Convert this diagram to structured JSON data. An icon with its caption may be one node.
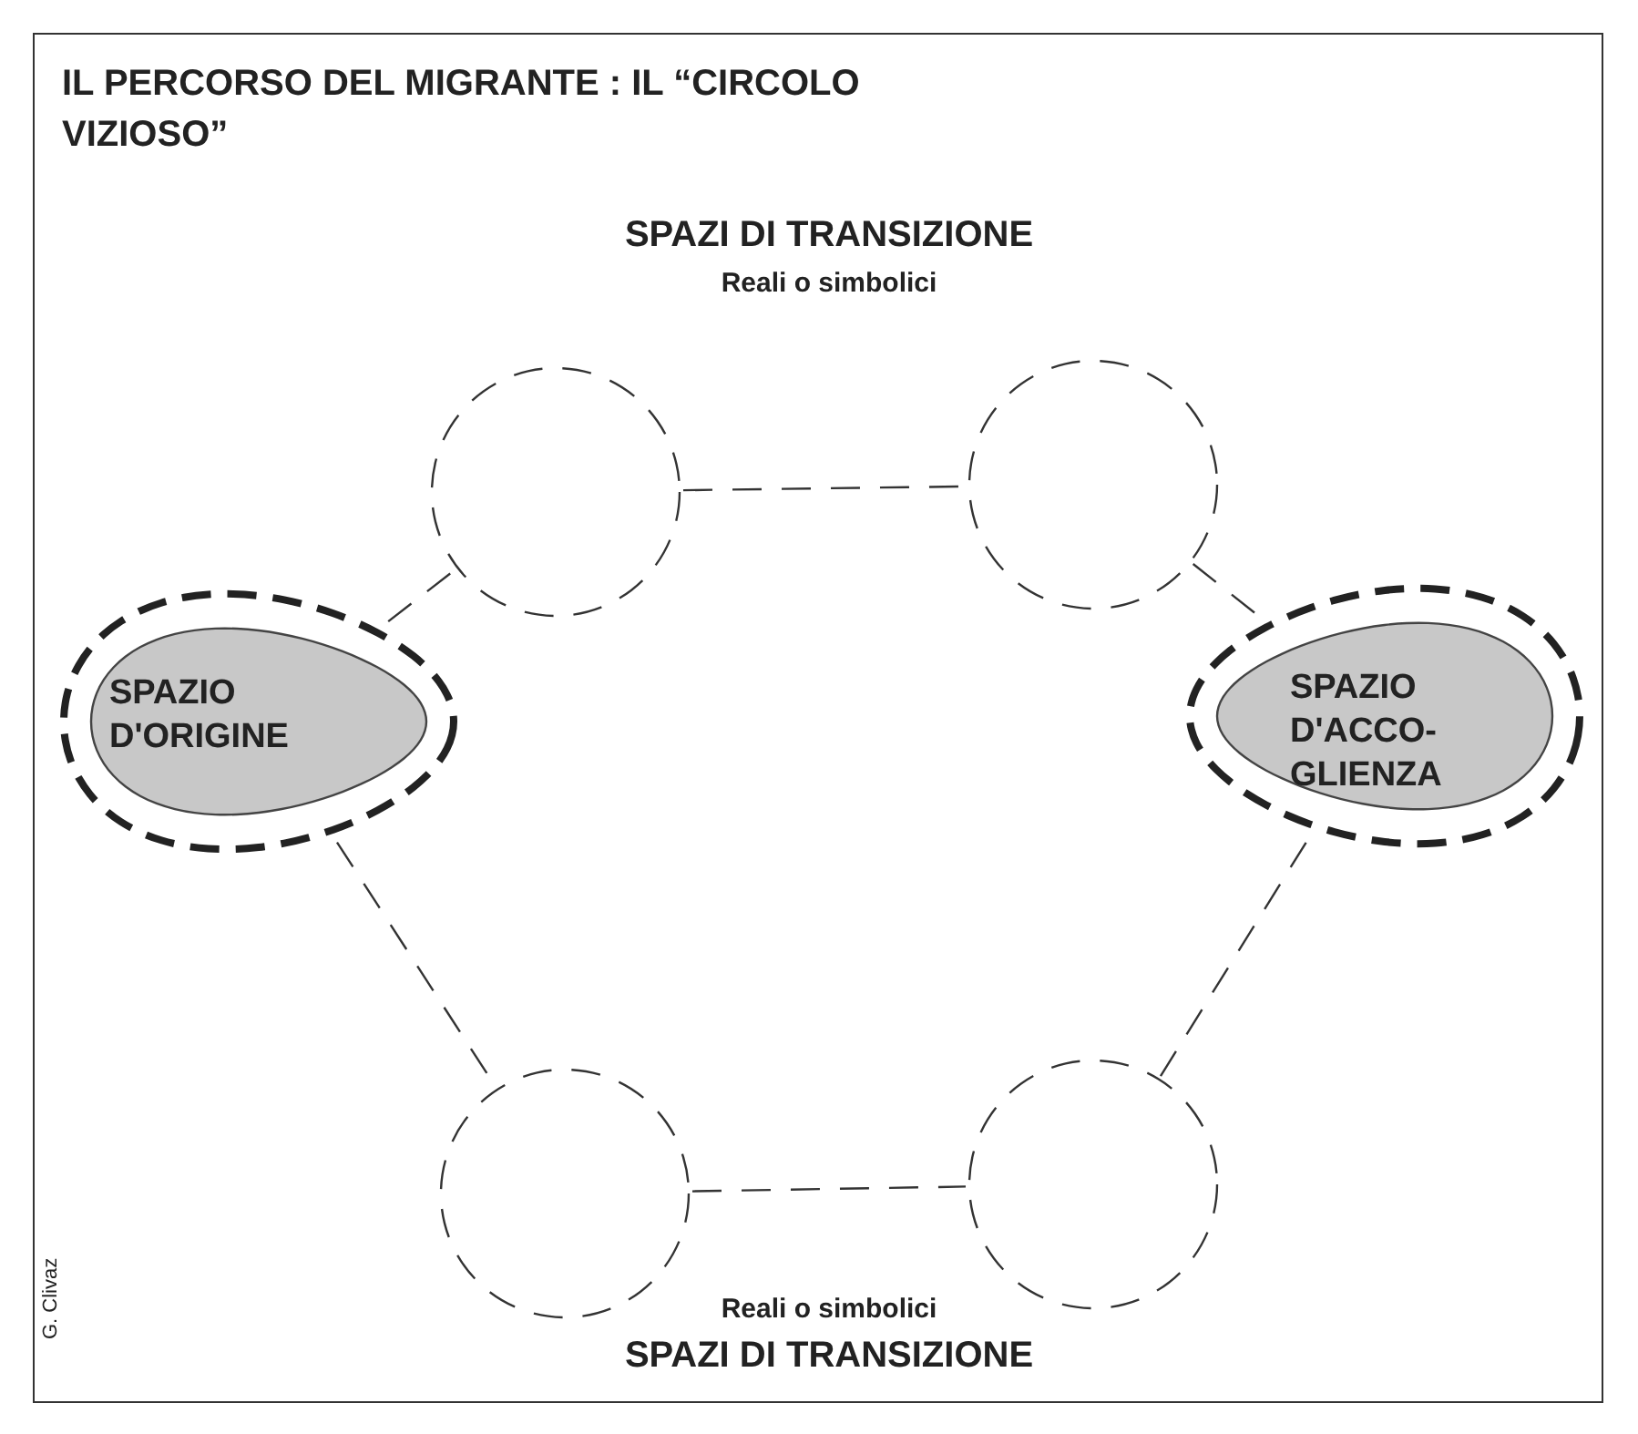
{
  "diagram": {
    "title": "IL PERCORSO DEL MIGRANTE : IL “CIRCOLO VIZIOSO”",
    "nodes": [
      {
        "text": [
          "SPAZIO D'ORIGINE"
        ]
      },
      {
        "text": [
          "SPAZIO D'ACCO-GLIENZA"
        ]
      },
      {
        "text": [],
        "shape": "circle"
      },
      {
        "text": [],
        "shape": "circle"
      },
      {
        "text": [],
        "shape": "circle"
      },
      {
        "text": [],
        "shape": "circle"
      }
    ],
    "edges": [
      {
        "from": 0,
        "to": 2,
        "arrow": "none",
        "style": "dashed"
      },
      {
        "from": 2,
        "to": 3,
        "arrow": "none",
        "style": "dashed"
      },
      {
        "from": 3,
        "to": 1,
        "arrow": "none",
        "style": "dashed"
      },
      {
        "from": 0,
        "to": 4,
        "arrow": "none",
        "style": "dashed"
      },
      {
        "from": 4,
        "to": 5,
        "arrow": "none",
        "style": "dashed"
      },
      {
        "from": 5,
        "to": 1,
        "arrow": "none",
        "style": "dashed"
      }
    ],
    "labels": [
      "SPAZI DI TRANSIZIONE",
      "Reali o simbolici",
      "Reali o simbolici",
      "SPAZI DI TRANSIZIONE",
      "G. Clivaz"
    ]
  }
}
